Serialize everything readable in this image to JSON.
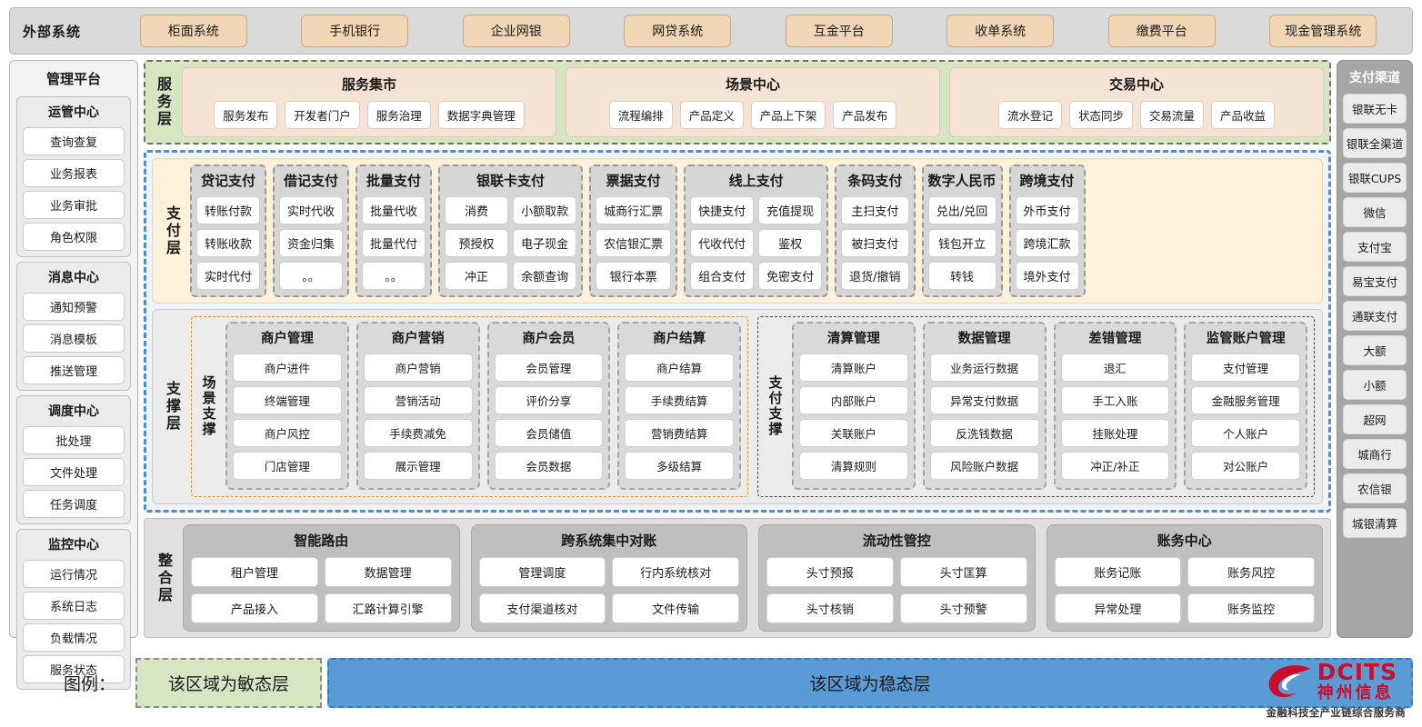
{
  "external": {
    "title": "外部系统",
    "items": [
      "柜面系统",
      "手机银行",
      "企业网银",
      "网贷系统",
      "互金平台",
      "收单系统",
      "缴费平台",
      "现金管理系统"
    ]
  },
  "management": {
    "title": "管理平台",
    "groups": [
      {
        "title": "运管中心",
        "items": [
          "查询查复",
          "业务报表",
          "业务审批",
          "角色权限"
        ]
      },
      {
        "title": "消息中心",
        "items": [
          "通知预警",
          "消息模板",
          "推送管理"
        ]
      },
      {
        "title": "调度中心",
        "items": [
          "批处理",
          "文件处理",
          "任务调度"
        ]
      },
      {
        "title": "监控中心",
        "items": [
          "运行情况",
          "系统日志",
          "负载情况",
          "服务状态"
        ]
      }
    ]
  },
  "service_layer": {
    "label": "服务层",
    "cards": [
      {
        "title": "服务集市",
        "items": [
          "服务发布",
          "开发者门户",
          "服务治理",
          "数据字典管理"
        ]
      },
      {
        "title": "场景中心",
        "items": [
          "流程编排",
          "产品定义",
          "产品上下架",
          "产品发布"
        ]
      },
      {
        "title": "交易中心",
        "items": [
          "流水登记",
          "状态同步",
          "交易流量",
          "产品收益"
        ]
      }
    ]
  },
  "payment_layer": {
    "label": "支付层",
    "groups": [
      {
        "title": "贷记支付",
        "cols": 1,
        "items": [
          "转账付款",
          "转账收款",
          "实时代付"
        ]
      },
      {
        "title": "借记支付",
        "cols": 1,
        "items": [
          "实时代收",
          "资金归集",
          "。。"
        ]
      },
      {
        "title": "批量支付",
        "cols": 1,
        "items": [
          "批量代收",
          "批量代付",
          "。。"
        ]
      },
      {
        "title": "银联卡支付",
        "cols": 2,
        "items": [
          "消费",
          "小额取款",
          "预授权",
          "电子现金",
          "冲正",
          "余额查询"
        ]
      },
      {
        "title": "票据支付",
        "cols": 1,
        "items": [
          "城商行汇票",
          "农信银汇票",
          "银行本票"
        ]
      },
      {
        "title": "线上支付",
        "cols": 2,
        "items": [
          "快捷支付",
          "充值提现",
          "代收代付",
          "鉴权",
          "组合支付",
          "免密支付"
        ]
      },
      {
        "title": "条码支付",
        "cols": 1,
        "items": [
          "主扫支付",
          "被扫支付",
          "退货/撤销"
        ]
      },
      {
        "title": "数字人民币",
        "cols": 1,
        "items": [
          "兑出/兑回",
          "钱包开立",
          "转钱"
        ]
      },
      {
        "title": "跨境支付",
        "cols": 1,
        "items": [
          "外币支付",
          "跨境汇款",
          "境外支付"
        ]
      }
    ]
  },
  "support_layer": {
    "label": "支撑层",
    "panels": [
      {
        "label": "场景支撑",
        "style": "scene",
        "cols": [
          {
            "title": "商户管理",
            "items": [
              "商户进件",
              "终端管理",
              "商户风控",
              "门店管理"
            ]
          },
          {
            "title": "商户营销",
            "items": [
              "商户营销",
              "营销活动",
              "手续费减免",
              "展示管理"
            ]
          },
          {
            "title": "商户会员",
            "items": [
              "会员管理",
              "评价分享",
              "会员储值",
              "会员数据"
            ]
          },
          {
            "title": "商户结算",
            "items": [
              "商户结算",
              "手续费结算",
              "营销费结算",
              "多级结算"
            ]
          }
        ]
      },
      {
        "label": "支付支撑",
        "style": "paysup",
        "cols": [
          {
            "title": "清算管理",
            "items": [
              "清算账户",
              "内部账户",
              "关联账户",
              "清算规则"
            ]
          },
          {
            "title": "数据管理",
            "items": [
              "业务运行数据",
              "异常支付数据",
              "反洗钱数据",
              "风险账户数据"
            ]
          },
          {
            "title": "差错管理",
            "items": [
              "退汇",
              "手工入账",
              "挂账处理",
              "冲正/补正"
            ]
          },
          {
            "title": "监管账户管理",
            "items": [
              "支付管理",
              "金融服务管理",
              "个人账户",
              "对公账户"
            ]
          }
        ]
      }
    ]
  },
  "integration_layer": {
    "label": "整合层",
    "groups": [
      {
        "title": "智能路由",
        "items": [
          "租户管理",
          "数据管理",
          "产品接入",
          "汇路计算引擎"
        ]
      },
      {
        "title": "跨系统集中对账",
        "items": [
          "管理调度",
          "行内系统核对",
          "支付渠道核对",
          "文件传输"
        ]
      },
      {
        "title": "流动性管控",
        "items": [
          "头寸预报",
          "头寸匡算",
          "头寸核销",
          "头寸预警"
        ]
      },
      {
        "title": "账务中心",
        "items": [
          "账务记账",
          "账务风控",
          "异常处理",
          "账务监控"
        ]
      }
    ]
  },
  "channels": {
    "title": "支付渠道",
    "items": [
      "银联无卡",
      "银联全渠道",
      "银联CUPS",
      "微信",
      "支付宝",
      "易宝支付",
      "通联支付",
      "大额",
      "小额",
      "超网",
      "城商行",
      "农信银",
      "城银清算"
    ]
  },
  "legend": {
    "label": "图例：",
    "agile": "该区域为敏态层",
    "stable": "该区域为稳态层"
  },
  "brand": {
    "name": "DCITS",
    "name_cn": "神州信息",
    "tagline": "金融科技全产业链综合服务商"
  },
  "colors": {
    "agile_green": "#d7e5c3",
    "stable_blue": "#5b9bd5",
    "external_chip": "#f0d6b4",
    "payment_cream": "#fdf2d9",
    "brand_red": "#c8102e"
  }
}
